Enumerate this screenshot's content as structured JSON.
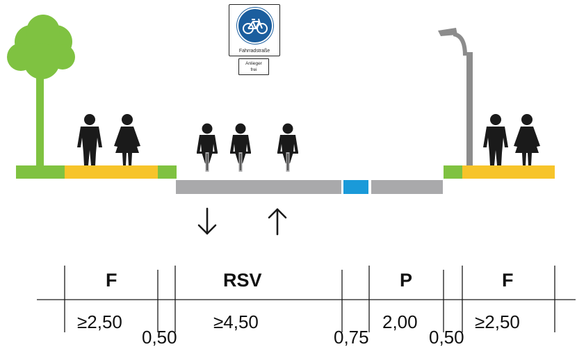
{
  "sign": {
    "main_text": "Fahrradstraße",
    "sub_text": "Anlieger\nfrei"
  },
  "zones": {
    "f_left": "F",
    "rsv": "RSV",
    "p": "P",
    "f_right": "F"
  },
  "widths": {
    "f_left": "≥2,50",
    "gap_left": "0,50",
    "rsv": "≥4,50",
    "gap_mid": "0,75",
    "p": "2,00",
    "gap_right": "0,50",
    "f_right": "≥2,50"
  },
  "colors": {
    "green": "#7fc241",
    "yellow": "#f7c42a",
    "road": "#a9a9ab",
    "separator": "#1a9ad9",
    "figure": "#1a1a1a",
    "pole": "#8c8c8c",
    "sign_blue": "#1b5e9e"
  },
  "icons": [
    "tree-icon",
    "pedestrian-man-icon",
    "pedestrian-woman-icon",
    "cyclist-icon",
    "street-lamp-icon",
    "bicycle-road-sign-icon",
    "arrow-down-icon",
    "arrow-up-icon"
  ]
}
